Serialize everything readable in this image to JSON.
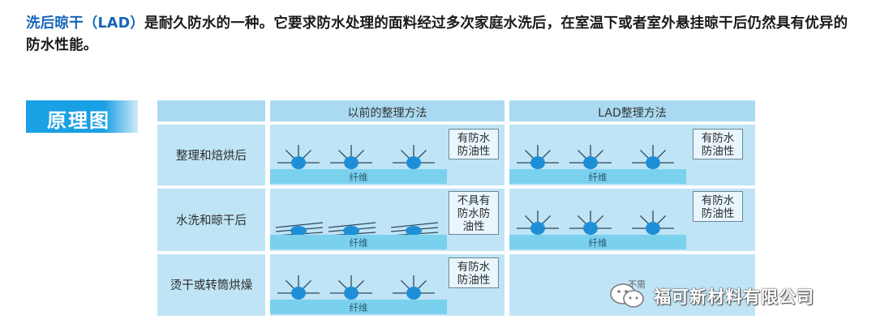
{
  "intro": {
    "highlight": "洗后晾干（LAD）",
    "text": "是耐久防水的一种。它要求防水处理的面料经过多次家庭水洗后，在室温下或者室外悬挂晾干后仍然具有优异的防水性能。"
  },
  "section_label": "原理图",
  "table": {
    "col_headers": [
      "以前的整理方法",
      "LAD整理方法"
    ],
    "rows": [
      {
        "label": "整理和焙烘后",
        "old_note": "有防水\n防油性",
        "lad_note": "有防水\n防油性"
      },
      {
        "label": "水洗和晾干后",
        "old_note": "不具有\n防水防\n油性",
        "lad_note": "有防水\n防油性"
      },
      {
        "label": "烫干或转筒烘燥",
        "old_note": "有防水\n防油性",
        "lad_note": "不需"
      }
    ],
    "fiber_label": "纤维"
  },
  "watermark": "福可新材料有限公司",
  "colors": {
    "accent": "#1aa1e5",
    "highlight": "#1565b8",
    "molecule": "#1e8fd6"
  }
}
